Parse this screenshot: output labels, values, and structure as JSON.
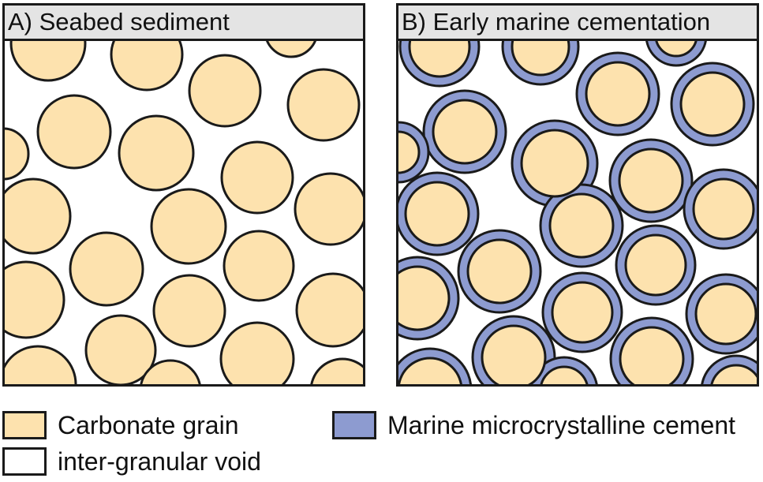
{
  "panels": {
    "a": {
      "title": "A) Seabed sediment"
    },
    "b": {
      "title": "B) Early marine cementation"
    }
  },
  "legend": {
    "grain": {
      "label": "Carbonate grain",
      "color": "#fde2ae"
    },
    "void": {
      "label": "inter-granular void",
      "color": "#ffffff"
    },
    "cement": {
      "label": "Marine microcrystalline cement",
      "color": "#8d9bd0"
    }
  },
  "colors": {
    "outline": "#1a1a1a",
    "header": "#e4e4e4"
  }
}
